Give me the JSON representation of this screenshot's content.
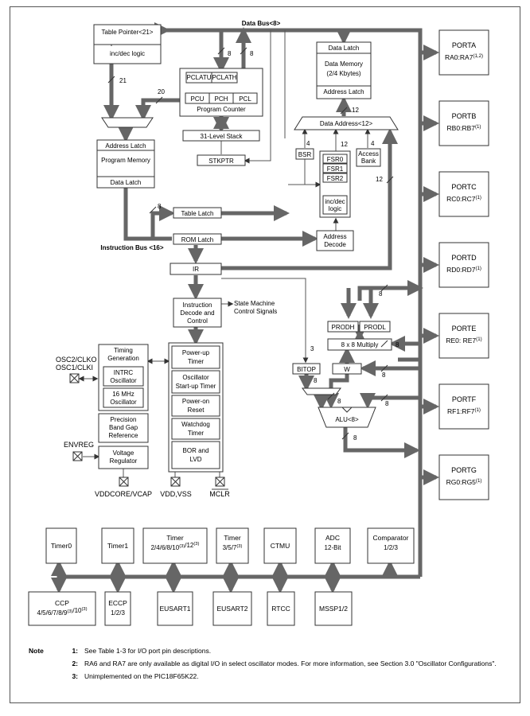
{
  "blocks": {
    "table_pointer": "Table Pointer<21>",
    "inc_dec_logic": "inc/dec logic",
    "pclatu": "PCLATU",
    "pclath": "PCLATH",
    "pcu": "PCU",
    "pch": "PCH",
    "pcl": "PCL",
    "program_counter": "Program Counter",
    "stack": "31-Level Stack",
    "stkptr": "STKPTR",
    "address_latch_pm": "Address Latch",
    "program_memory": "Program Memory",
    "data_latch_pm": "Data Latch",
    "table_latch": "Table Latch",
    "rom_latch": "ROM Latch",
    "ir": "IR",
    "instruction_decode": [
      "Instruction",
      "Decode and",
      "Control"
    ],
    "state_machine": [
      "State Machine",
      "Control Signals"
    ],
    "data_latch_dm": "Data Latch",
    "data_memory": [
      "Data Memory",
      "(2/4 Kbytes)"
    ],
    "address_latch_dm": "Address Latch",
    "data_address": "Data Address<12>",
    "bsr": "BSR",
    "fsr0": "FSR0",
    "fsr1": "FSR1",
    "fsr2": "FSR2",
    "inc_dec_logic2": [
      "inc/dec",
      "logic"
    ],
    "access_bank": [
      "Access",
      "Bank"
    ],
    "address_decode": [
      "Address",
      "Decode"
    ],
    "prodh": "PRODH",
    "prodl": "PRODL",
    "multiply": "8 x 8 Multiply",
    "bitop": "BITOP",
    "w": "W",
    "alu": "ALU<8>",
    "timing_generation": [
      "Timing",
      "Generation"
    ],
    "intrc": [
      "INTRC",
      "Oscillator"
    ],
    "mhz16": [
      "16 MHz",
      "Oscillator"
    ],
    "band_gap": [
      "Precision",
      "Band Gap",
      "Reference"
    ],
    "voltage_regulator": [
      "Voltage",
      "Regulator"
    ],
    "powerup_timer": [
      "Power-up",
      "Timer"
    ],
    "ost": [
      "Oscillator",
      "Start-up Timer"
    ],
    "por": [
      "Power-on",
      "Reset"
    ],
    "wdt": [
      "Watchdog",
      "Timer"
    ],
    "bor": [
      "BOR and",
      "LVD"
    ]
  },
  "buses": {
    "data_bus": "Data Bus<8>",
    "instruction_bus": "Instruction Bus <16>"
  },
  "widths": {
    "w8": "8",
    "w21": "21",
    "w20": "20",
    "w12": "12",
    "w4": "4",
    "w3": "3"
  },
  "pins": {
    "osc2": "OSC2/CLKO",
    "osc1": "OSC1/CLKI",
    "envreg": "ENVREG",
    "vddcore": "VDDCORE/VCAP",
    "vdd": "VDD,VSS",
    "mclr": "MCLR"
  },
  "ports": [
    {
      "name": "PORTA",
      "pins": "RA0:RA7",
      "note": "(1,2)"
    },
    {
      "name": "PORTB",
      "pins": "RB0:RB7",
      "note": "(1)"
    },
    {
      "name": "PORTC",
      "pins": "RC0:RC7",
      "note": "(1)"
    },
    {
      "name": "PORTD",
      "pins": "RD0:RD7",
      "note": "(1)"
    },
    {
      "name": "PORTE",
      "pins": "RE0: RE7",
      "note": "(1)"
    },
    {
      "name": "PORTF",
      "pins": "RF1:RF7",
      "note": "(1)"
    },
    {
      "name": "PORTG",
      "pins": "RG0:RG5",
      "note": "(1)"
    }
  ],
  "peripherals_top": [
    {
      "lines": [
        "Timer0"
      ]
    },
    {
      "lines": [
        "Timer1"
      ]
    },
    {
      "lines": [
        "Timer",
        "2/4/6/8/10(3)/12(3)"
      ]
    },
    {
      "lines": [
        "Timer",
        "3/5/7(3)"
      ]
    },
    {
      "lines": [
        "CTMU"
      ]
    },
    {
      "lines": [
        "ADC",
        "12-Bit"
      ]
    },
    {
      "lines": [
        "Comparator",
        "1/2/3"
      ]
    }
  ],
  "peripherals_bottom": [
    {
      "lines": [
        "CCP",
        "4/5/6/7/8/9(3)/10(3)"
      ]
    },
    {
      "lines": [
        "ECCP",
        "1/2/3"
      ]
    },
    {
      "lines": [
        "EUSART1"
      ]
    },
    {
      "lines": [
        "EUSART2"
      ]
    },
    {
      "lines": [
        "RTCC"
      ]
    },
    {
      "lines": [
        "MSSP1/2"
      ]
    }
  ],
  "notes": {
    "label": "Note",
    "items": [
      {
        "num": "1:",
        "text": "See Table 1-3 for I/O port pin descriptions."
      },
      {
        "num": "2:",
        "text": "RA6 and RA7 are only available as digital I/O in select oscillator modes. For more information, see Section 3.0 \"Oscillator Configurations\"."
      },
      {
        "num": "3:",
        "text": "Unimplemented on the PIC18F65K22."
      }
    ]
  },
  "colors": {
    "bus": "#666666",
    "block_stroke": "#333333"
  }
}
